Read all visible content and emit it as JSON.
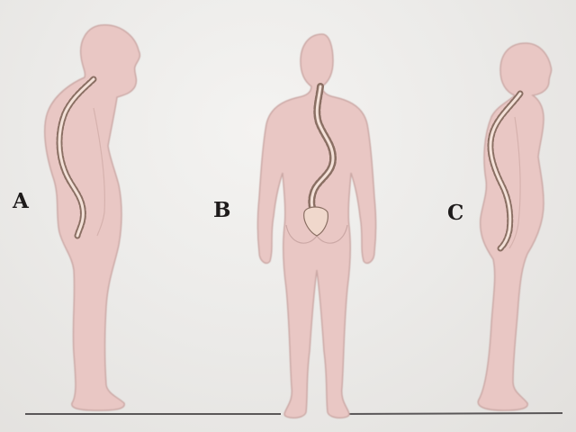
{
  "labels": {
    "a": "A",
    "b": "B",
    "c": "C"
  },
  "colors": {
    "background": "#ecebe9",
    "body_fill": "#e9c7c4",
    "body_outline": "#cba8a5",
    "spine_fill": "#f3e1d8",
    "spine_stroke": "#8a6f63",
    "floor_line": "#5a5758",
    "label_text": "#1e1b1b"
  },
  "figures": [
    {
      "id": "figure-a",
      "view": "side",
      "label_key": "a"
    },
    {
      "id": "figure-b",
      "view": "back",
      "label_key": "b"
    },
    {
      "id": "figure-c",
      "view": "side",
      "label_key": "c"
    }
  ]
}
